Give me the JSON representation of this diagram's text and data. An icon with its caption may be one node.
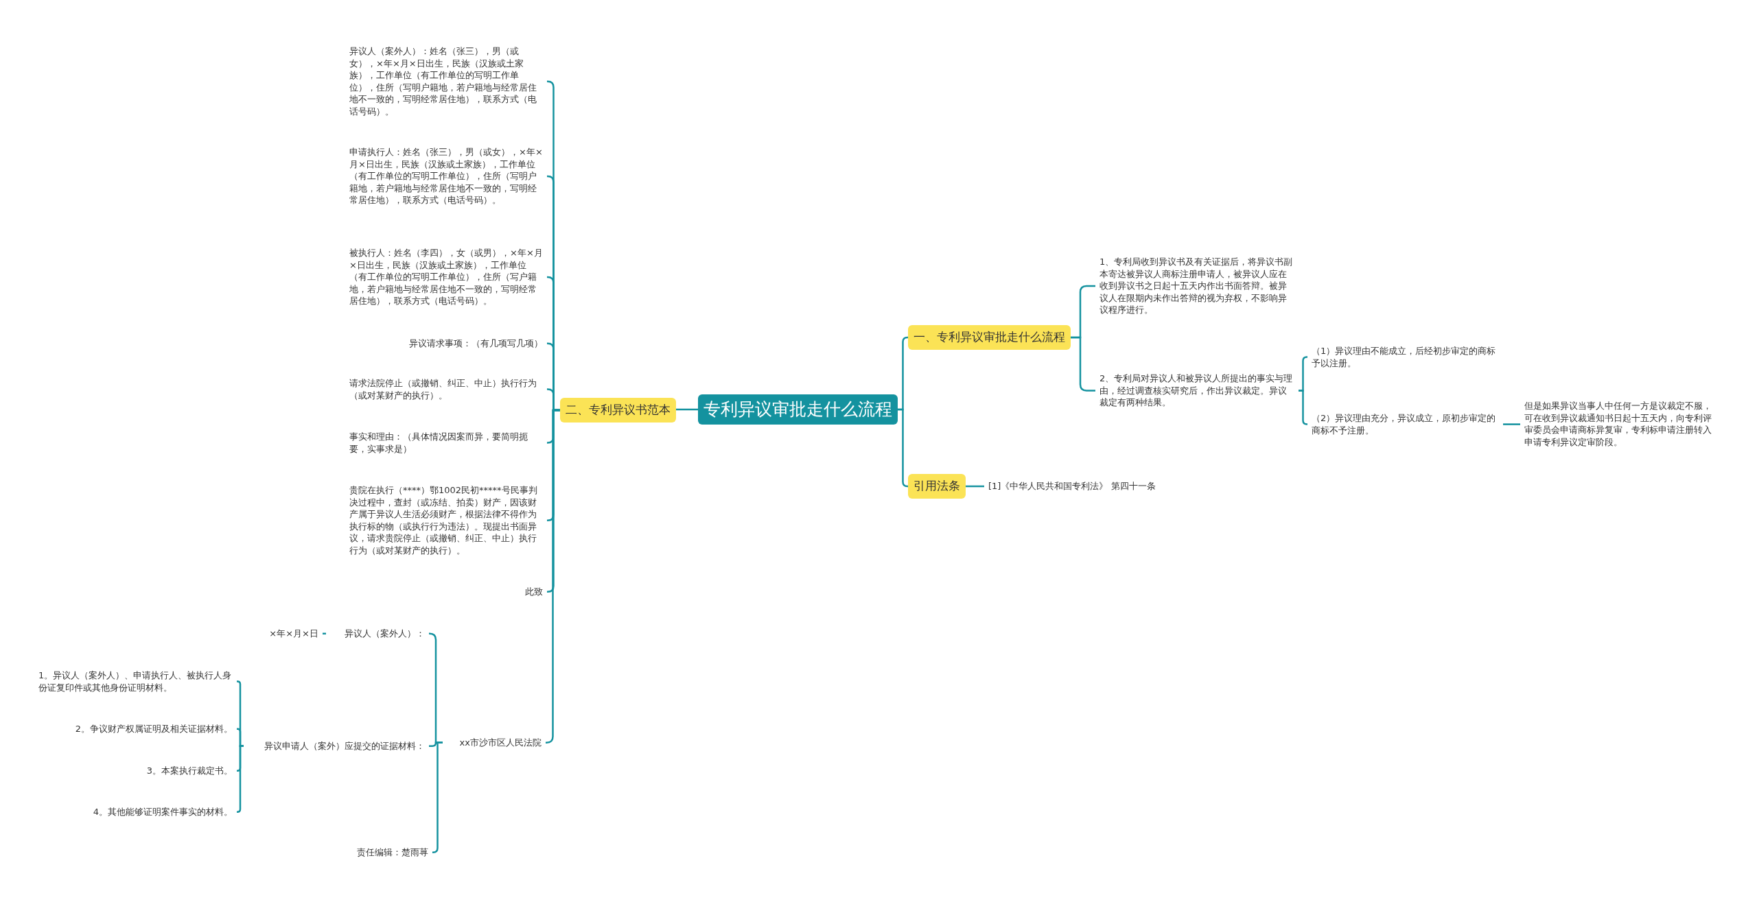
{
  "diagram": {
    "nodes": [
      {
        "text": [
          "专利异议审批走什么流程"
        ]
      },
      {
        "text": [
          "一、专利异议审批走什么流程"
        ]
      },
      {
        "text": [
          "引用法条"
        ]
      },
      {
        "text": [
          "二、专利异议书范本"
        ]
      },
      {
        "text": [
          "1、专利局收到异议书及有关证据后，将异议书副本寄达被异议人商标注册申请人，被异议人应在收到异议书之日起十五天内作出书面答辩。被异议人在限期内未作出答辩的视为弃权，不影响异议程序进行。"
        ]
      },
      {
        "text": [
          "2、专利局对异议人和被异议人所提出的事实与理由，经过调查核实研究后，作出异议裁定。异议裁定有两种结果。"
        ]
      },
      {
        "text": [
          "（1）异议理由不能成立，后经初步审定的商标予以注册。"
        ]
      },
      {
        "text": [
          "（2）异议理由充分，异议成立，原初步审定的商标不予注册。"
        ]
      },
      {
        "text": [
          "但是如果异议当事人中任何一方是议裁定不服，可在收到异议裁通知书日起十五天内，向专利评审委员会申请商标异复审，专利标申请注册转入申请专利异议定审阶段。"
        ]
      },
      {
        "text": [
          "[1]《中华人民共和国专利法》 第四十一条"
        ]
      },
      {
        "text": [
          "异议人（案外人）：姓名（张三），男（或女），×年×月×日出生，民族（汉族或土家族），工作单位（有工作单位的写明工作单位），住所（写明户籍地，若户籍地与经常居住地不一致的，写明经常居住地），联系方式（电话号码）。"
        ]
      },
      {
        "text": [
          "申请执行人：姓名（张三），男（或女），×年×月×日出生，民族（汉族或土家族），工作单位（有工作单位的写明工作单位），住所（写明户籍地，若户籍地与经常居住地不一致的，写明经常居住地），联系方式（电话号码）。"
        ]
      },
      {
        "text": [
          "被执行人：姓名（李四），女（或男），×年×月×日出生，民族（汉族或土家族），工作单位（有工作单位的写明工作单位），住所（写户籍地，若户籍地与经常居住地不一致的，写明经常居住地），联系方式（电话号码）。"
        ]
      },
      {
        "text": [
          "异议请求事项：（有几项写几项）"
        ]
      },
      {
        "text": [
          "请求法院停止（或撤销、纠正、中止）执行行为（或对某财产的执行）。"
        ]
      },
      {
        "text": [
          "事实和理由：（具体情况因案而异，要简明扼要，实事求是）"
        ]
      },
      {
        "text": [
          "贵院在执行（****）鄂1002民初*****号民事判决过程中，查封（或冻结、拍卖）财产，因该财产属于异议人生活必须财产，根据法律不得作为执行标的物（或执行行为违法）。现提出书面异议，请求贵院停止（或撤销、纠正、中止）执行行为（或对某财产的执行）。"
        ]
      },
      {
        "text": [
          "此致"
        ]
      },
      {
        "text": [
          "xx市沙市区人民法院"
        ]
      },
      {
        "text": [
          "异议人（案外人）："
        ]
      },
      {
        "text": [
          "异议申请人（案外）应提交的证据材料："
        ]
      },
      {
        "text": [
          "责任编辑：楚雨荨"
        ]
      },
      {
        "text": [
          "×年×月×日"
        ]
      },
      {
        "text": [
          "1。异议人（案外人）、申请执行人、被执行人身份证复印件或其他身份证明材料。"
        ]
      },
      {
        "text": [
          "2。争议财产权属证明及相关证据材料。"
        ]
      },
      {
        "text": [
          "3。本案执行裁定书。"
        ]
      },
      {
        "text": [
          "4。其他能够证明案件事实的材料。"
        ]
      }
    ],
    "edges": [
      {
        "from": 0,
        "to": 1,
        "arrow": "none"
      },
      {
        "from": 0,
        "to": 2,
        "arrow": "none"
      },
      {
        "from": 0,
        "to": 3,
        "arrow": "none"
      },
      {
        "from": 1,
        "to": 4,
        "arrow": "none"
      },
      {
        "from": 1,
        "to": 5,
        "arrow": "none"
      },
      {
        "from": 5,
        "to": 6,
        "arrow": "none"
      },
      {
        "from": 5,
        "to": 7,
        "arrow": "none"
      },
      {
        "from": 7,
        "to": 8,
        "arrow": "none"
      },
      {
        "from": 2,
        "to": 9,
        "arrow": "none"
      },
      {
        "from": 3,
        "to": 10,
        "arrow": "none"
      },
      {
        "from": 3,
        "to": 11,
        "arrow": "none"
      },
      {
        "from": 3,
        "to": 12,
        "arrow": "none"
      },
      {
        "from": 3,
        "to": 13,
        "arrow": "none"
      },
      {
        "from": 3,
        "to": 14,
        "arrow": "none"
      },
      {
        "from": 3,
        "to": 15,
        "arrow": "none"
      },
      {
        "from": 3,
        "to": 16,
        "arrow": "none"
      },
      {
        "from": 3,
        "to": 17,
        "arrow": "none"
      },
      {
        "from": 3,
        "to": 18,
        "arrow": "none"
      },
      {
        "from": 18,
        "to": 19,
        "arrow": "none"
      },
      {
        "from": 18,
        "to": 20,
        "arrow": "none"
      },
      {
        "from": 18,
        "to": 21,
        "arrow": "none"
      },
      {
        "from": 19,
        "to": 22,
        "arrow": "none"
      },
      {
        "from": 20,
        "to": 23,
        "arrow": "none"
      },
      {
        "from": 20,
        "to": 24,
        "arrow": "none"
      },
      {
        "from": 20,
        "to": 25,
        "arrow": "none"
      },
      {
        "from": 20,
        "to": 26,
        "arrow": "none"
      }
    ]
  }
}
